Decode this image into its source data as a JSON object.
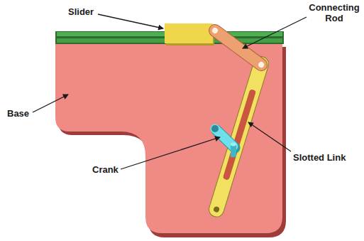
{
  "diagram": {
    "labels": [
      "Slider",
      "Connecting Rod",
      "Base",
      "Crank",
      "Slotted Link"
    ]
  }
}
